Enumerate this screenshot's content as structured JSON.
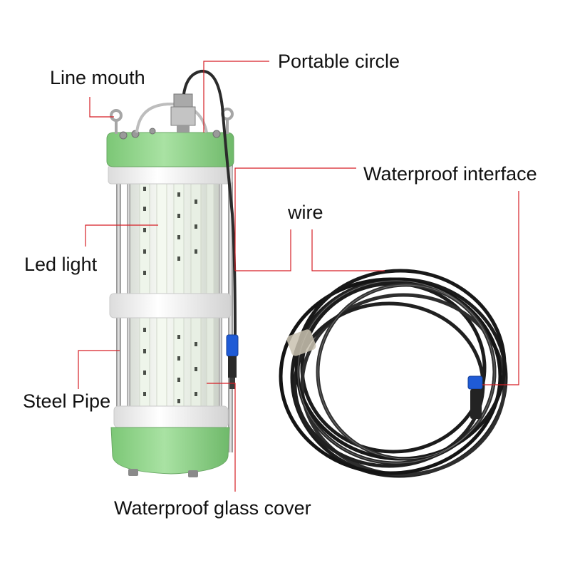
{
  "labels": {
    "line_mouth": "Line mouth",
    "portable_circle": "Portable circle",
    "waterproof_interface": "Waterproof interface",
    "wire": "wire",
    "led_light": "Led light",
    "steel_pipe": "Steel Pipe",
    "waterproof_glass_cover": "Waterproof glass cover"
  },
  "colors": {
    "leader_line": "#d61f26",
    "cap_green": "#8fd68a",
    "ring_white": "#f4f4f4",
    "steel": "#b9b9b9",
    "cable": "#1b1b1b",
    "connector_blue": "#1f5bd6",
    "led_strip": "#e9f2e4"
  }
}
